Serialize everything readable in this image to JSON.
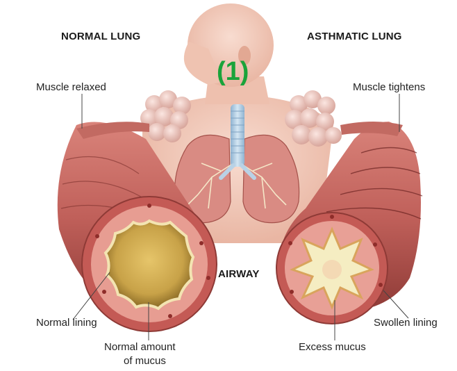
{
  "figure_marker": "(1)",
  "headings": {
    "left": "NORMAL LUNG",
    "right": "ASTHMATIC LUNG",
    "center": "AIRWAY"
  },
  "labels": {
    "muscle_relaxed": "Muscle relaxed",
    "muscle_tightens": "Muscle tightens",
    "normal_lining": "Normal lining",
    "swollen_lining": "Swollen lining",
    "normal_mucus_line1": "Normal amount",
    "normal_mucus_line2": "of mucus",
    "excess_mucus": "Excess mucus"
  },
  "colors": {
    "marker": "#1aa33a",
    "skin": "#f2c9b8",
    "muscle": "#c0605a",
    "muscle_dark": "#8e3a36",
    "mucus": "#c8a248",
    "trachea": "#b9d2e6",
    "lung": "#d98b83"
  }
}
